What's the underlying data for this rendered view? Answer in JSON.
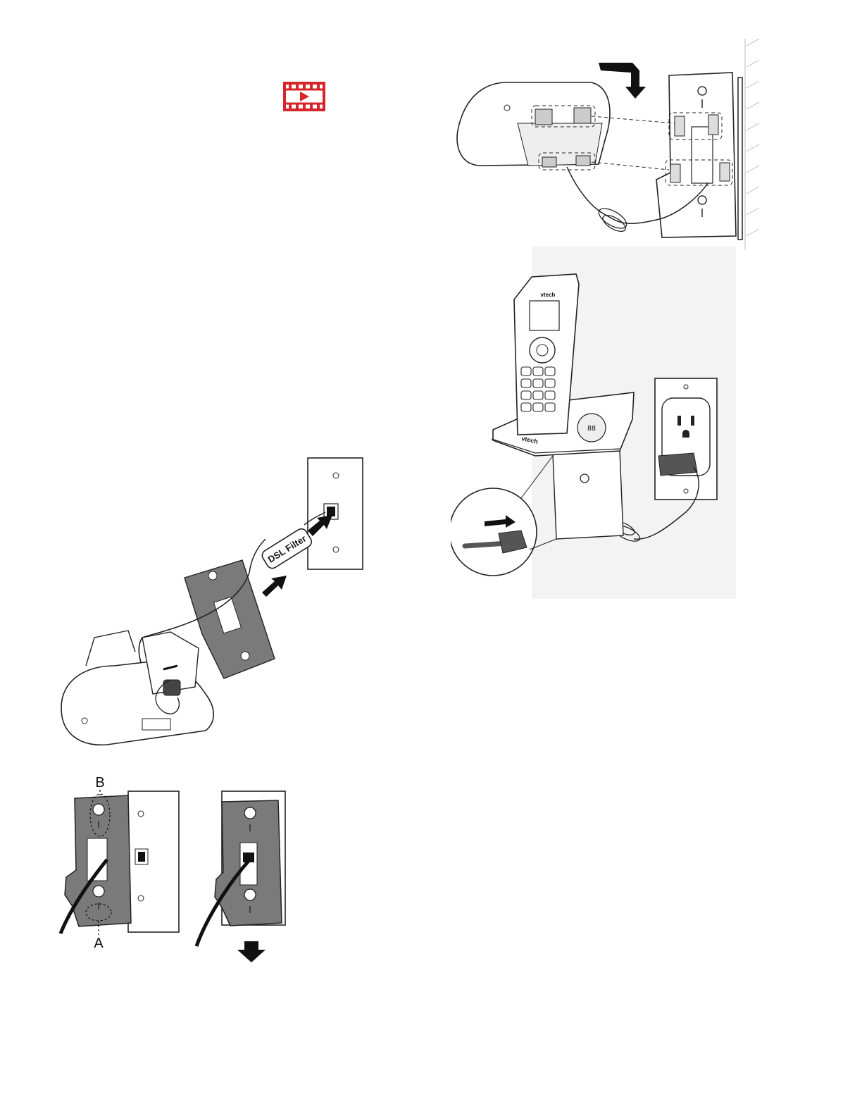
{
  "colors": {
    "video_icon": "#d7262b",
    "bracket": "#7a7a7a",
    "line": "#222222",
    "panel": "#f3f3f3"
  },
  "icons": {
    "video": "video-film-icon"
  },
  "labels": {
    "dsl_filter": "DSL Filter",
    "brand": "vtech",
    "point_a": "A",
    "point_b": "B"
  }
}
